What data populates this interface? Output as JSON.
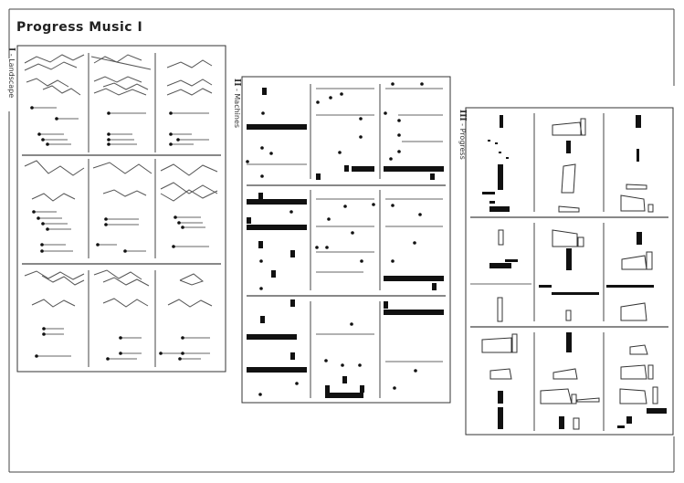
{
  "title": "Progress Music I",
  "panels": [
    {
      "numeral": "I",
      "name": "Landscape"
    },
    {
      "numeral": "II",
      "name": "Machines"
    },
    {
      "numeral": "III",
      "name": "Progress"
    }
  ]
}
